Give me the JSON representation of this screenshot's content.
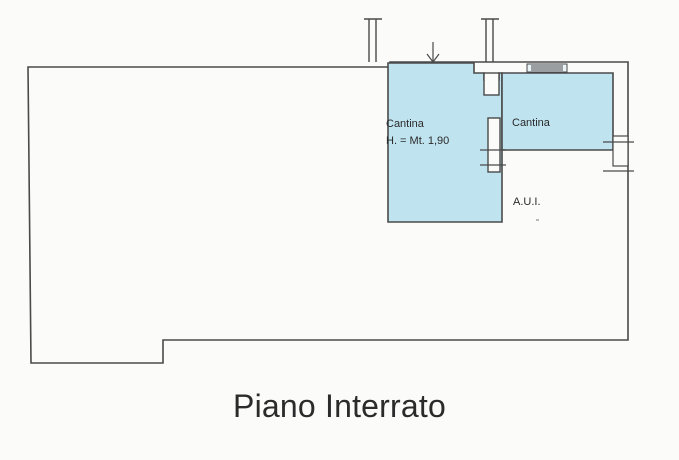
{
  "plan": {
    "rooms": [
      {
        "name": "Cantina",
        "note": "H. = Mt. 1,90"
      },
      {
        "name": "Cantina"
      },
      {
        "name": "A.U.I."
      }
    ],
    "colors": {
      "wall": "#4a4a4a",
      "cellar_fill": "#bfe3ef",
      "background": "#fbfbfa"
    }
  },
  "title": "Piano Interrato"
}
